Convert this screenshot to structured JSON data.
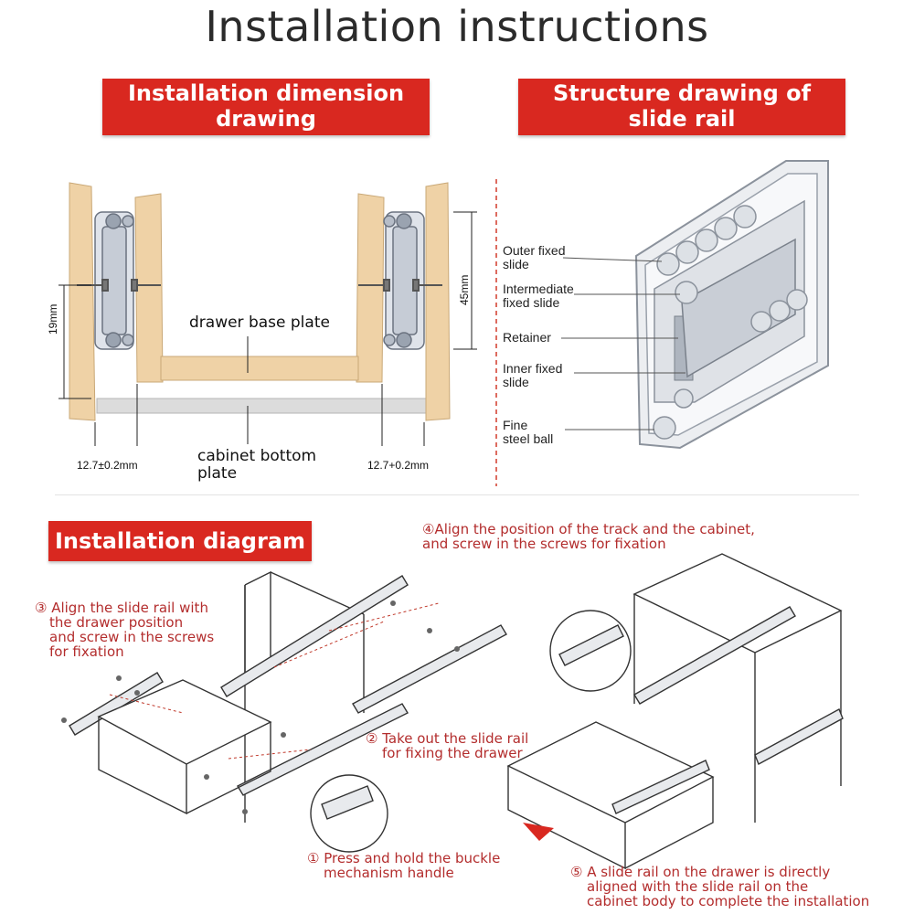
{
  "title": "Installation instructions",
  "panels": {
    "dimension": {
      "line1": "Installation dimension",
      "line2": "drawing"
    },
    "structure": {
      "line1": "Structure drawing of",
      "line2": "slide rail"
    },
    "diagram": {
      "label": "Installation diagram"
    }
  },
  "dimension_drawing": {
    "drawer_base_plate": "drawer base plate",
    "cabinet_bottom_line1": "cabinet bottom",
    "cabinet_bottom_line2": "plate",
    "dim_19": "19mm",
    "dim_45": "45mm",
    "dim_left": "12.7±0.2mm",
    "dim_right": "12.7+0.2mm"
  },
  "structure_labels": [
    {
      "line1": "Outer fixed",
      "line2": "slide"
    },
    {
      "line1": "Intermediate",
      "line2": "fixed slide"
    },
    {
      "line1": "Retainer",
      "line2": ""
    },
    {
      "line1": "Inner fixed",
      "line2": "slide"
    },
    {
      "line1": "Fine",
      "line2": "steel ball"
    }
  ],
  "steps": {
    "s1": {
      "line1": "① Press and hold the buckle",
      "line2": "mechanism handle"
    },
    "s2": {
      "line1": "② Take out the slide rail",
      "line2": "for fixing the drawer"
    },
    "s3": {
      "line1": "③ Align the slide rail with",
      "line2": "the drawer position",
      "line3": "and screw in the screws",
      "line4": "for fixation"
    },
    "s4": {
      "line1": "④Align the position of the track and the cabinet,",
      "line2": "and screw in the screws for fixation"
    },
    "s5": {
      "line1": "⑤ A slide rail on the drawer is directly",
      "line2": "aligned with the slide rail on the",
      "line3": "cabinet body to complete the installation"
    }
  },
  "colors": {
    "accent_red": "#d92820",
    "wood": "#efd2a6",
    "step_text": "#b32d2d"
  }
}
